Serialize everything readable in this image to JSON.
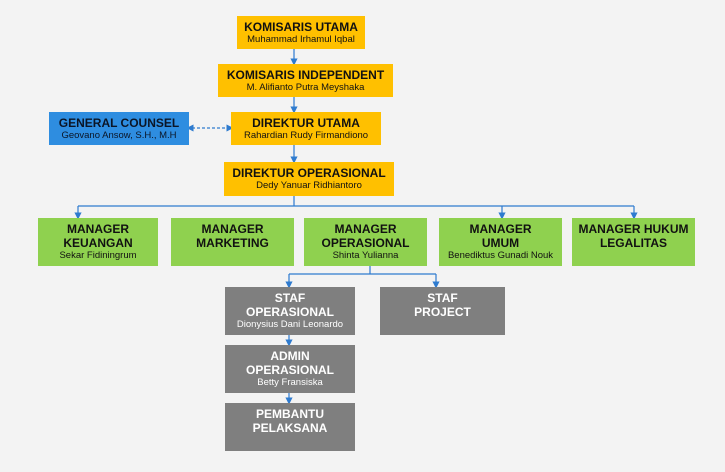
{
  "nodes": {
    "komisaris_utama": {
      "title": "KOMISARIS UTAMA",
      "name": "Muhammad Irhamul Iqbal"
    },
    "komisaris_independent": {
      "title": "KOMISARIS INDEPENDENT",
      "name": "M. Alifianto Putra Meyshaka"
    },
    "direktur_utama": {
      "title": "DIREKTUR UTAMA",
      "name": "Rahardian Rudy Firmandiono"
    },
    "general_counsel": {
      "title": "GENERAL COUNSEL",
      "name": "Geovano Ansow, S.H., M.H"
    },
    "direktur_operasional": {
      "title": "DIREKTUR OPERASIONAL",
      "name": "Dedy Yanuar Ridhiantoro"
    },
    "manager_keuangan": {
      "title": "MANAGER KEUANGAN",
      "name": "Sekar Fidiningrum"
    },
    "manager_marketing": {
      "title": "MANAGER MARKETING",
      "name": ""
    },
    "manager_operasional": {
      "title": "MANAGER OPERASIONAL",
      "name": "Shinta Yulianna"
    },
    "manager_umum": {
      "title": "MANAGER UMUM",
      "name": "Benediktus Gunadi Nouk"
    },
    "manager_hukum": {
      "title": "MANAGER HUKUM LEGALITAS",
      "name": ""
    },
    "staf_operasional": {
      "title": "STAF OPERASIONAL",
      "name": "Dionysius Dani Leonardo"
    },
    "staf_project": {
      "title": "STAF PROJECT",
      "name": ""
    },
    "admin_operasional": {
      "title": "ADMIN OPERASIONAL",
      "name": "Betty Fransiska"
    },
    "pembantu_pelaksana": {
      "title": "PEMBANTU PELAKSANA",
      "name": ""
    }
  },
  "colors": {
    "board": "#ffc000",
    "counsel": "#2e8de0",
    "manager": "#8fd14f",
    "staff": "#7f7f7f",
    "connector": "#2e7bcf"
  }
}
